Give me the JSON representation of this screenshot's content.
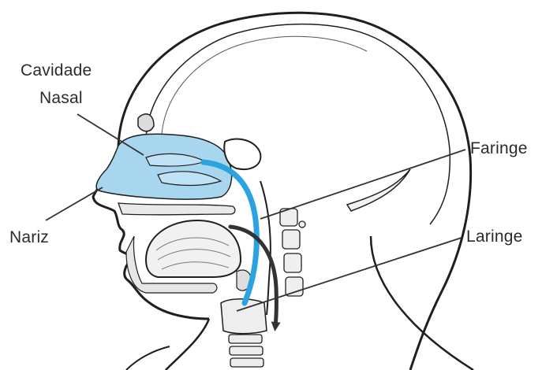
{
  "labels": {
    "cavidade_line1": "Cavidade",
    "cavidade_line2": "Nasal",
    "nariz": "Nariz",
    "faringe": "Faringe",
    "laringe": "Laringe"
  },
  "colors": {
    "outline": "#1f1f1f",
    "nasal_fill": "#a9d6ef",
    "airflow_blue": "#2ba3e0",
    "airflow_dark": "#333333",
    "leader": "#333333"
  }
}
